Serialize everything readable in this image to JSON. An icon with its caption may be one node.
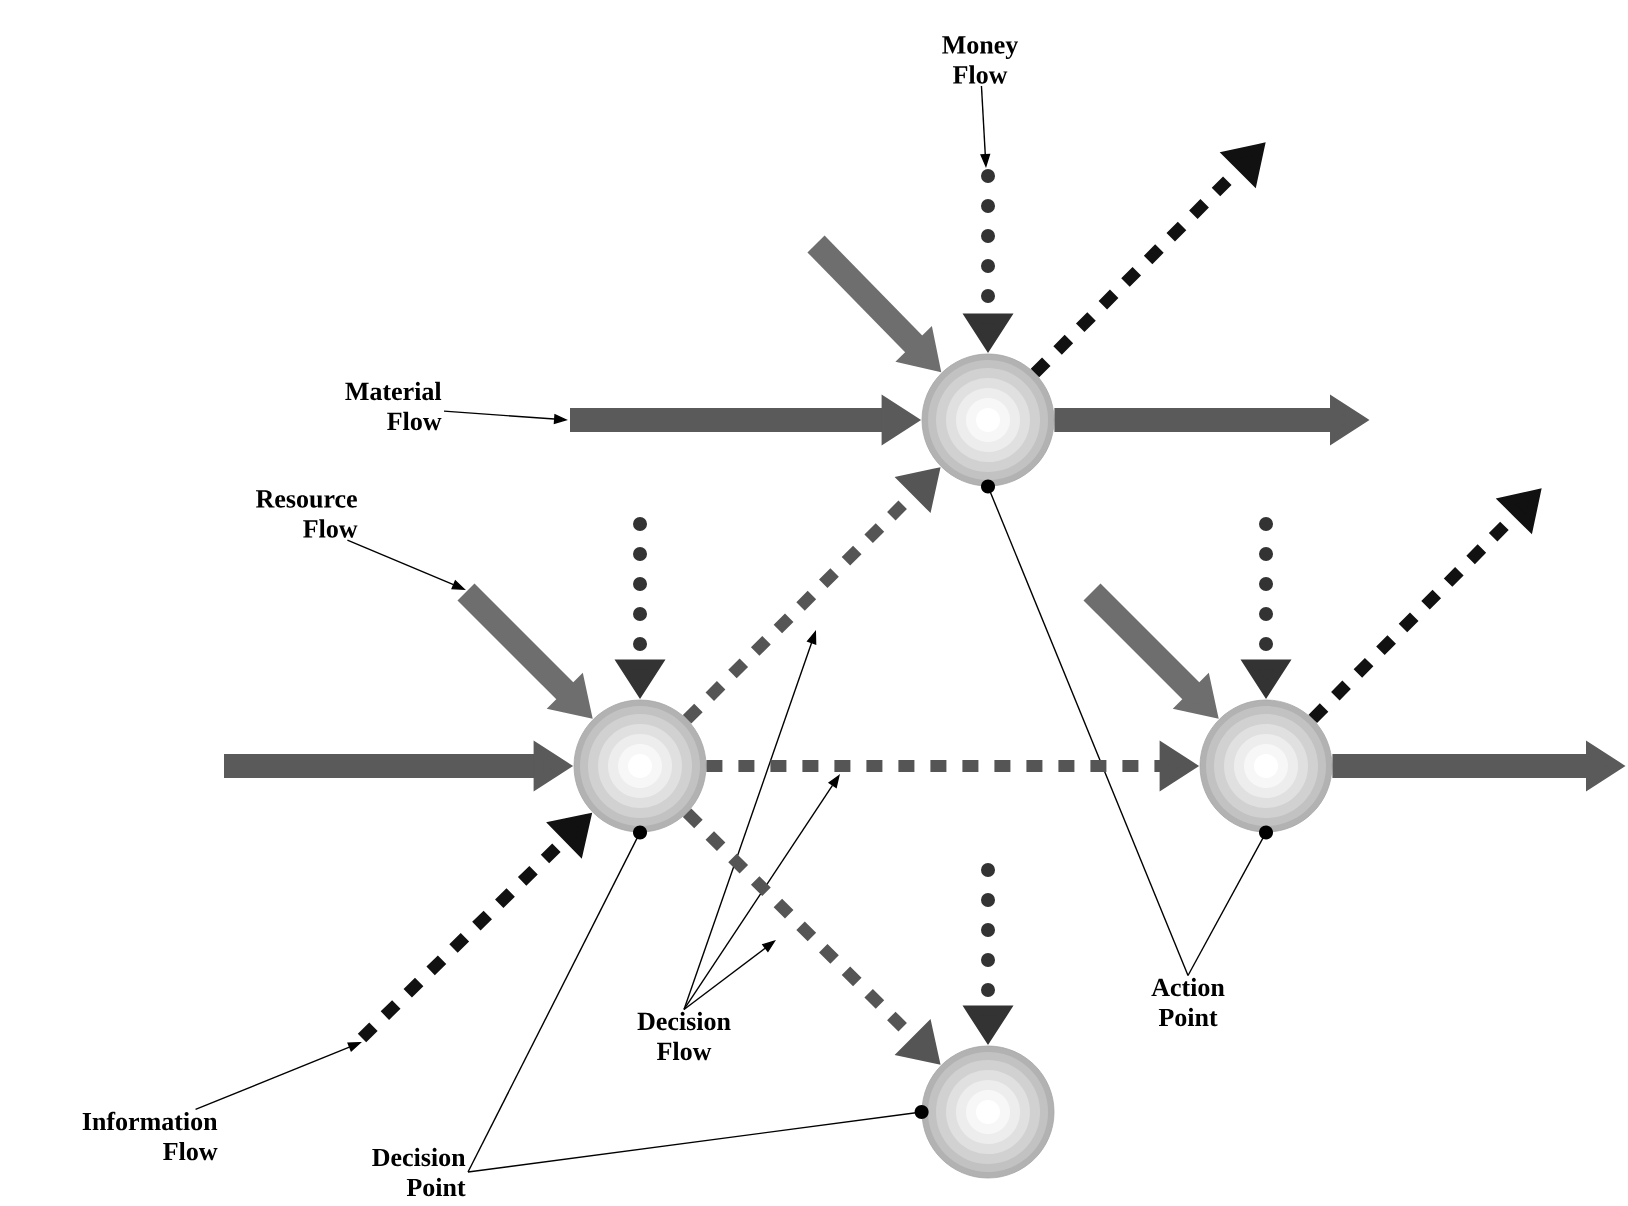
{
  "diagram": {
    "nodes": [
      {
        "text": [
          "Money Flow"
        ]
      },
      {
        "text": [],
        "shape": "circle"
      },
      {
        "text": [
          "Material Flow"
        ]
      },
      {
        "text": [
          "Resource Flow"
        ]
      },
      {
        "text": [],
        "shape": "circle"
      },
      {
        "text": [],
        "shape": "circle"
      },
      {
        "text": [
          "Action Point"
        ]
      },
      {
        "text": [
          "Decision Flow"
        ]
      },
      {
        "text": [],
        "shape": "circle"
      },
      {
        "text": [
          "Information Flow"
        ]
      },
      {
        "text": [
          "Decision Point"
        ]
      }
    ],
    "edges": [
      {
        "from": 0,
        "to": null,
        "arrow": "to"
      },
      {
        "from": 2,
        "to": null,
        "arrow": "to"
      },
      {
        "from": 3,
        "to": null,
        "arrow": "to"
      },
      {
        "from": 9,
        "to": null,
        "arrow": "to"
      },
      {
        "from": 7,
        "to": null,
        "arrow": "to"
      },
      {
        "from": 7,
        "to": null,
        "arrow": "to"
      },
      {
        "from": 7,
        "to": null,
        "arrow": "to"
      },
      {
        "from": 10,
        "to": 4,
        "arrow": "other"
      },
      {
        "from": 10,
        "to": 8,
        "arrow": "other"
      },
      {
        "from": 6,
        "to": 1,
        "arrow": "other"
      },
      {
        "from": 6,
        "to": 5,
        "arrow": "other"
      },
      {
        "from": null,
        "to": 4,
        "arrow": "to",
        "style": "thick",
        "color": "#5a5a5a"
      },
      {
        "from": null,
        "to": 1,
        "arrow": "to",
        "style": "thick",
        "color": "#5a5a5a"
      },
      {
        "from": 1,
        "to": null,
        "arrow": "to",
        "style": "thick",
        "color": "#5a5a5a"
      },
      {
        "from": 5,
        "to": null,
        "arrow": "to",
        "style": "thick",
        "color": "#5a5a5a"
      },
      {
        "from": null,
        "to": 4,
        "arrow": "to",
        "style": "dashed",
        "color": "#111111"
      },
      {
        "from": 1,
        "to": null,
        "arrow": "to",
        "style": "dashed",
        "color": "#111111"
      },
      {
        "from": 5,
        "to": null,
        "arrow": "to",
        "style": "dashed",
        "color": "#111111"
      },
      {
        "from": null,
        "to": 1,
        "arrow": "to",
        "style": "dashed",
        "color": "#333333"
      },
      {
        "from": null,
        "to": 4,
        "arrow": "to",
        "style": "dashed",
        "color": "#333333"
      },
      {
        "from": null,
        "to": 5,
        "arrow": "to",
        "style": "dashed",
        "color": "#333333"
      },
      {
        "from": null,
        "to": 8,
        "arrow": "to",
        "style": "dashed",
        "color": "#333333"
      },
      {
        "from": null,
        "to": 1,
        "arrow": "to",
        "style": "thick",
        "color": "#6e6e6e"
      },
      {
        "from": null,
        "to": 4,
        "arrow": "to",
        "style": "thick",
        "color": "#6e6e6e"
      },
      {
        "from": null,
        "to": 5,
        "arrow": "to",
        "style": "thick",
        "color": "#6e6e6e"
      },
      {
        "from": 4,
        "to": 1,
        "arrow": "to",
        "style": "dashed",
        "color": "#555555"
      },
      {
        "from": 4,
        "to": 5,
        "arrow": "to",
        "style": "dashed",
        "color": "#555555"
      },
      {
        "from": 4,
        "to": 8,
        "arrow": "to",
        "style": "dashed",
        "color": "#555555"
      }
    ]
  }
}
